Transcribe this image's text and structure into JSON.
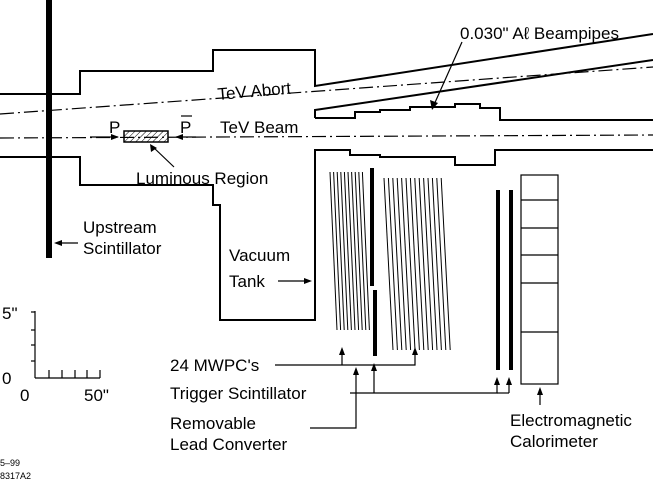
{
  "labels": {
    "beampipes": "0.030\" Aℓ Beampipes",
    "tev_abort": "TeV Abort",
    "tev_beam": "TeV Beam",
    "p": "P",
    "pbar": "P",
    "luminous_region": "Luminous Region",
    "upstream_line1": "Upstream",
    "upstream_line2": "Scintillator",
    "vacuum_line1": "Vacuum",
    "vacuum_line2": "Tank",
    "mwpc": "24 MWPC's",
    "trigger": "Trigger Scintillator",
    "lead_line1": "Removable",
    "lead_line2": "Lead Converter",
    "calo_line1": "Electromagnetic",
    "calo_line2": "Calorimeter"
  },
  "scale": {
    "y_tick": "5\"",
    "origin": "0",
    "x_zero": "0",
    "x_tick": "50\""
  },
  "footer": {
    "date": "5–99",
    "code": "8317A2"
  }
}
